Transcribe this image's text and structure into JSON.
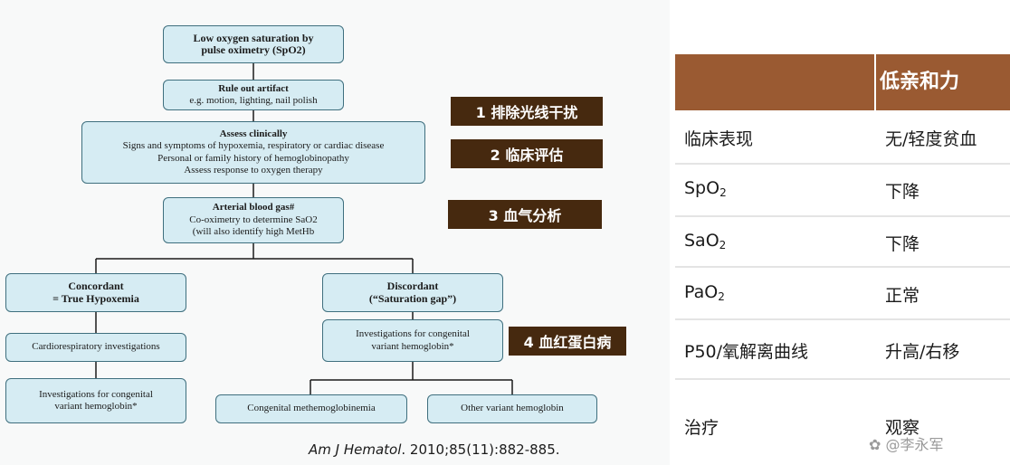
{
  "flowchart": {
    "n1": {
      "title": "Low oxygen saturation by",
      "lines": [
        "pulse oximetry (SpO2)"
      ]
    },
    "n2": {
      "title": "Rule out artifact",
      "lines": [
        "e.g. motion, lighting, nail polish"
      ]
    },
    "n3": {
      "title": "Assess clinically",
      "lines": [
        "Signs and symptoms of hypoxemia, respiratory or cardiac disease",
        "Personal or family history of hemoglobinopathy",
        "Assess response to oxygen therapy"
      ]
    },
    "n4": {
      "title": "Arterial blood gas#",
      "lines": [
        "Co-oximetry to determine SaO2",
        "(will also identify high MetHb"
      ]
    },
    "n5": {
      "title": "Concordant",
      "lines": [
        "= True Hypoxemia"
      ]
    },
    "n6": {
      "title": "Discordant",
      "lines": [
        "(“Saturation gap”)"
      ]
    },
    "n7": {
      "lines": [
        "Cardiorespiratory investigations"
      ]
    },
    "n8": {
      "lines": [
        "Investigations for congenital",
        "variant hemoglobin*"
      ]
    },
    "n9": {
      "lines": [
        "Investigations for congenital",
        "variant hemoglobin*"
      ]
    },
    "n10": {
      "lines": [
        "Congenital methemoglobinemia"
      ]
    },
    "n11": {
      "lines": [
        "Other variant hemoglobin"
      ]
    }
  },
  "steps": [
    "1 排除光线干扰",
    "2  临床评估",
    "3  血气分析",
    "4  血红蛋白病"
  ],
  "citation": {
    "journal": "Am J Hematol",
    "rest": ". 2010;85(11):882-885."
  },
  "table": {
    "header": "低亲和力",
    "rows": [
      {
        "key": "临床表现",
        "value": "无/轻度贫血"
      },
      {
        "key": "SpO",
        "sub": "2",
        "value": "下降"
      },
      {
        "key": "SaO",
        "sub": "2",
        "value": "下降"
      },
      {
        "key": "PaO",
        "sub": "2",
        "value": "正常"
      },
      {
        "key": "P50/氧解离曲线",
        "value": "升高/右移"
      },
      {
        "key": "治疗",
        "value": "观察"
      }
    ]
  },
  "watermark": "@李永军"
}
